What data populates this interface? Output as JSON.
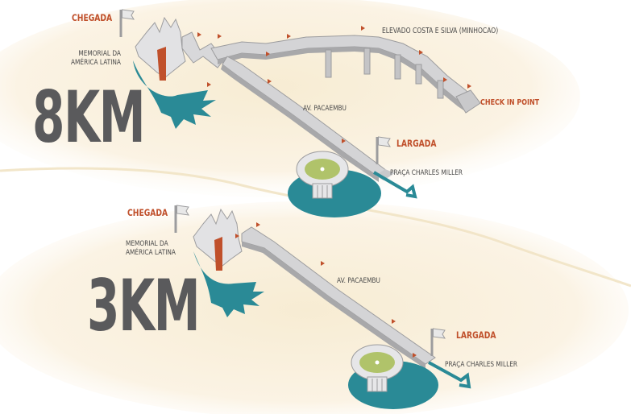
{
  "colors": {
    "route": "#d4d4d6",
    "route_shadow": "#9c9c9e",
    "teal": "#2a8a96",
    "accent": "#c0502b",
    "big_text": "#5a5a5c",
    "label_text": "#4a4a4a",
    "halo": "#f7ecd3"
  },
  "route_8km": {
    "distance": "8KM",
    "finish_label": "CHEGADA",
    "memorial_label": "MEMORIAL DA\nAMÉRICA LATINA",
    "elevated_label": "ELEVADO COSTA E SILVA (MINHOCÃO)",
    "checkpoint_label": "CHECK IN POINT",
    "avenue_label": "AV. PACAEMBU",
    "start_label": "LARGADA",
    "square_label": "PRAÇA CHARLES MILLER"
  },
  "route_3km": {
    "distance": "3KM",
    "finish_label": "CHEGADA",
    "memorial_label": "MEMORIAL DA\nAMÉRICA LATINA",
    "avenue_label": "AV. PACAEMBU",
    "start_label": "LARGADA",
    "square_label": "PRAÇA CHARLES MILLER"
  },
  "icons": {
    "flag": "flag-icon",
    "direction": "direction-arrow-icon",
    "stadium": "stadium-icon",
    "hand": "hand-monument-icon"
  }
}
